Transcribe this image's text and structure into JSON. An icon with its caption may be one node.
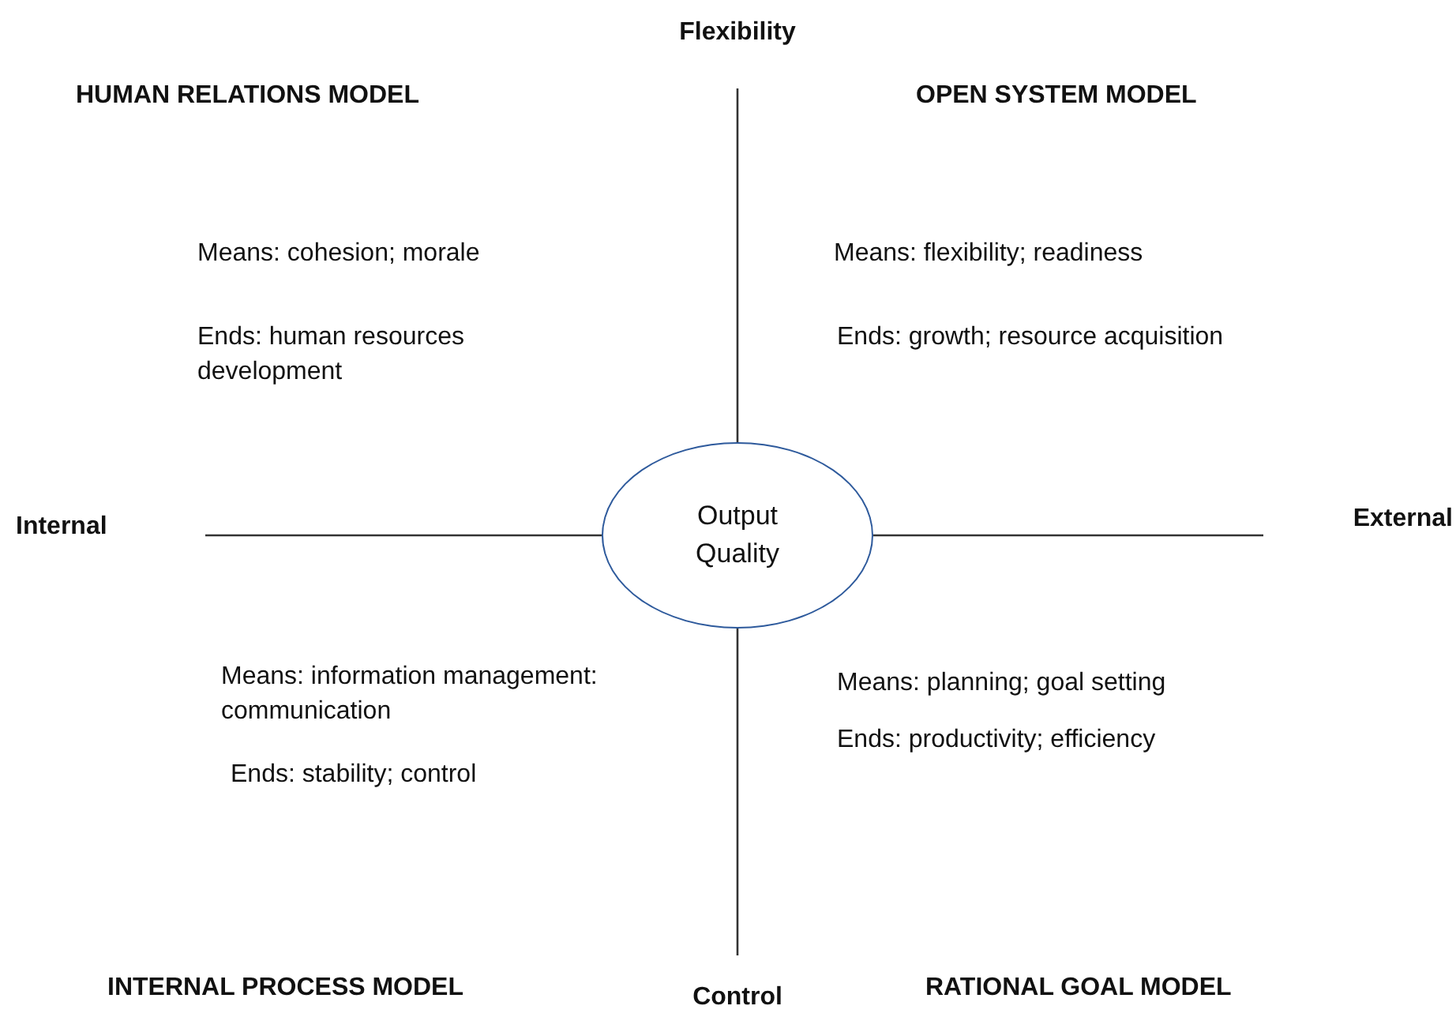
{
  "diagram": {
    "nodes": [
      {
        "text": [
          "Output Quality"
        ]
      },
      {
        "text": [
          "Flexibility"
        ]
      },
      {
        "text": [
          "Internal"
        ]
      },
      {
        "text": [
          "External"
        ]
      },
      {
        "text": [
          "Control"
        ]
      }
    ],
    "edges": [
      {
        "from": 0,
        "to": 1,
        "arrow": "none"
      },
      {
        "from": 0,
        "to": 2,
        "arrow": "none"
      },
      {
        "from": 0,
        "to": 3,
        "arrow": "none"
      },
      {
        "from": 0,
        "to": 4,
        "arrow": "none"
      }
    ],
    "labels": [
      "HUMAN RELATIONS MODEL",
      "OPEN SYSTEM MODEL",
      "Means: cohesion; morale",
      "Means: flexibility; readiness",
      "Ends: human resources development",
      "Ends: growth; resource acquisition",
      "Means: information management: communication",
      "Means: planning; goal setting",
      "Ends: productivity; efficiency",
      "Ends: stability; control",
      "INTERNAL PROCESS MODEL",
      "RATIONAL GOAL MODEL"
    ]
  }
}
